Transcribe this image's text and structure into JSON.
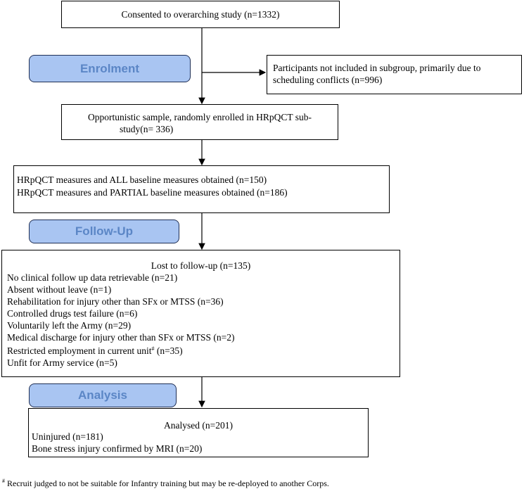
{
  "consented": {
    "text": "Consented to overarching study (n=1332)"
  },
  "stages": {
    "enrolment": "Enrolment",
    "followup": "Follow-Up",
    "analysis": "Analysis"
  },
  "excluded": {
    "line1": "Participants not included in subgroup, primarily due to",
    "line2": "scheduling conflicts (n=996)"
  },
  "sample": {
    "line1": "Opportunistic sample, randomly enrolled in HRpQCT sub-",
    "line2": "study(n= 336)"
  },
  "measures": {
    "line1": "HRpQCT measures and ALL baseline measures obtained (n=150)",
    "line2": "HRpQCT measures and PARTIAL baseline measures obtained (n=186)"
  },
  "lost": {
    "title": "Lost to follow-up (n=135)",
    "items": [
      "No clinical follow up data retrievable (n=21)",
      "Absent without leave (n=1)",
      "Rehabilitation for injury other than SFx or MTSS (n=36)",
      "Controlled drugs test failure (n=6)",
      "Voluntarily left the Army (n=29)",
      "Medical discharge for injury other than SFx or MTSS (n=2)"
    ],
    "restricted_prefix": "Restricted employment in current unit",
    "restricted_mark": "#",
    "restricted_suffix": " (n=35)",
    "unfit": "Unfit for Army service (n=5)"
  },
  "analysed": {
    "title": "Analysed  (n=201)",
    "items": [
      "Uninjured (n=181)",
      "Bone stress injury confirmed by MRI (n=20)"
    ]
  },
  "footnote": {
    "mark": "#",
    "text": " Recruit judged to not be suitable for Infantry training but may be re-deployed to another Corps."
  }
}
